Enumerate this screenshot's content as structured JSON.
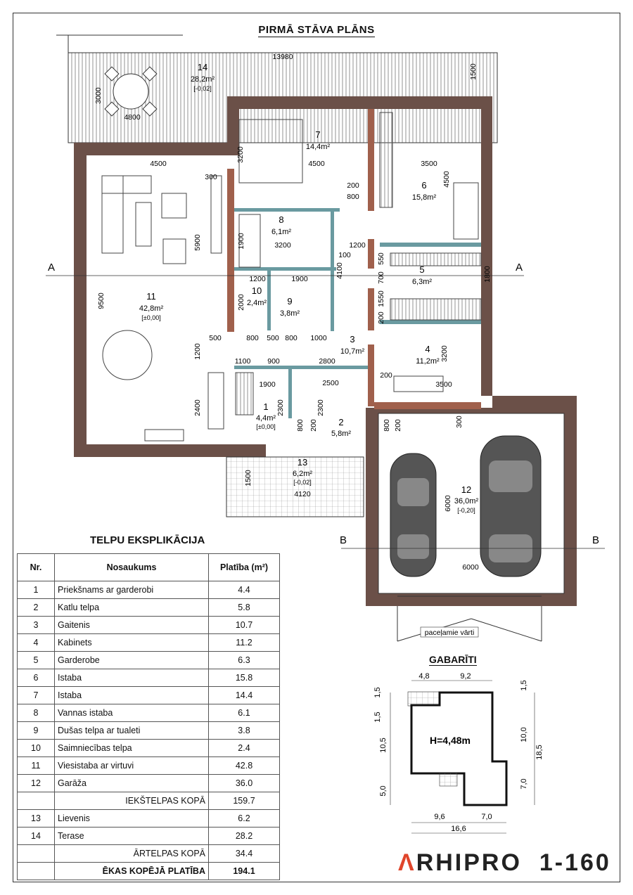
{
  "plan_title": "PIRMĀ STĀVA PLĀNS",
  "rooms": [
    {
      "nr": "14",
      "area": "28,2m²",
      "level": "[-0,02]"
    },
    {
      "nr": "7",
      "area": "14,4m²"
    },
    {
      "nr": "6",
      "area": "15,8m²"
    },
    {
      "nr": "8",
      "area": "6,1m²"
    },
    {
      "nr": "11",
      "area": "42,8m²",
      "level": "[±0,00]"
    },
    {
      "nr": "10",
      "area": "2,4m²"
    },
    {
      "nr": "9",
      "area": "3,8m²"
    },
    {
      "nr": "5",
      "area": "6,3m²"
    },
    {
      "nr": "3",
      "area": "10,7m²"
    },
    {
      "nr": "4",
      "area": "11,2m²"
    },
    {
      "nr": "1",
      "area": "4,4m²",
      "level": "[±0,00]"
    },
    {
      "nr": "2",
      "area": "5,8m²"
    },
    {
      "nr": "13",
      "area": "6,2m²",
      "level": "[-0,02]"
    },
    {
      "nr": "12",
      "area": "36,0m²",
      "level": "[-0,20]"
    }
  ],
  "dimensions": [
    "13980",
    "1500",
    "3000",
    "4800",
    "4500",
    "4500",
    "3500",
    "300",
    "3200",
    "200",
    "800",
    "4500",
    "5900",
    "9500",
    "1900",
    "3200",
    "100",
    "1200",
    "4100",
    "1200",
    "1900",
    "550",
    "700",
    "1550",
    "1800",
    "2000",
    "200",
    "500",
    "800",
    "500",
    "800",
    "1000",
    "1200",
    "3200",
    "1100",
    "900",
    "2800",
    "1900",
    "2500",
    "200",
    "3500",
    "2300",
    "2300",
    "2400",
    "800",
    "200",
    "800",
    "200",
    "300",
    "1500",
    "4120",
    "6000",
    "6000"
  ],
  "section_marks": {
    "a_left": "A",
    "a_right": "A",
    "b_left": "B",
    "b_right": "B"
  },
  "gate_label": "paceļamie vārti",
  "table": {
    "title": "TELPU EKSPLIKĀCIJA",
    "headers": [
      "Nr.",
      "Nosaukums",
      "Platība (m²)"
    ],
    "rows": [
      {
        "nr": "1",
        "name": "Priekšnams ar garderobi",
        "area": "4.4"
      },
      {
        "nr": "2",
        "name": "Katlu telpa",
        "area": "5.8"
      },
      {
        "nr": "3",
        "name": "Gaitenis",
        "area": "10.7"
      },
      {
        "nr": "4",
        "name": "Kabinets",
        "area": "11.2"
      },
      {
        "nr": "5",
        "name": "Garderobe",
        "area": "6.3"
      },
      {
        "nr": "6",
        "name": "Istaba",
        "area": "15.8"
      },
      {
        "nr": "7",
        "name": "Istaba",
        "area": "14.4"
      },
      {
        "nr": "8",
        "name": "Vannas istaba",
        "area": "6.1"
      },
      {
        "nr": "9",
        "name": "Dušas telpa ar tualeti",
        "area": "3.8"
      },
      {
        "nr": "10",
        "name": "Saimniecības telpa",
        "area": "2.4"
      },
      {
        "nr": "11",
        "name": "Viesistaba ar virtuvi",
        "area": "42.8"
      },
      {
        "nr": "12",
        "name": "Garāža",
        "area": "36.0"
      }
    ],
    "subtotal_inner": {
      "label": "IEKŠTELPAS KOPĀ",
      "area": "159.7"
    },
    "rows_outer": [
      {
        "nr": "13",
        "name": "Lievenis",
        "area": "6.2"
      },
      {
        "nr": "14",
        "name": "Terase",
        "area": "28.2"
      }
    ],
    "subtotal_outer": {
      "label": "ĀRTELPAS KOPĀ",
      "area": "34.4"
    },
    "total": {
      "label": "ĒKAS KOPĒJĀ PLATĪBA",
      "area": "194.1"
    }
  },
  "gabariti": {
    "title": "GABARĪTI",
    "height": "H=4,48m",
    "top_dims": [
      "4,8",
      "9,2"
    ],
    "right_dims": [
      "1,5",
      "10,0",
      "7,0",
      "18,5"
    ],
    "left_dims": [
      "1,5",
      "1,5",
      "10,5",
      "5,0"
    ],
    "bottom_dims": [
      "9,6",
      "7,0",
      "16,6"
    ]
  },
  "logo": {
    "brand_mark": "Λ",
    "brand_rest": "RHIPRO",
    "code": "1-160"
  },
  "colors": {
    "wall": "#6b5048",
    "partition": "#a0604c",
    "hatch": "#888888"
  }
}
